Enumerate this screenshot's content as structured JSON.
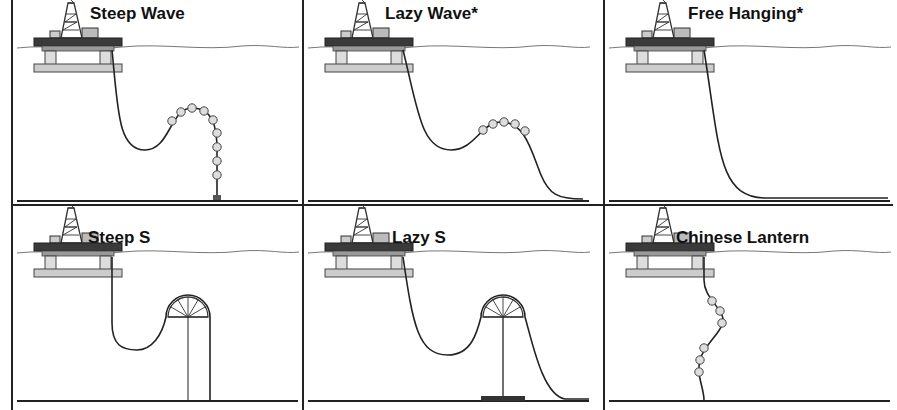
{
  "diagram": {
    "labels": [
      "Steep Wave",
      "Lazy Wave*",
      "Free Hanging*",
      "Steep S",
      "Lazy S",
      "Chinese Lantern"
    ]
  }
}
